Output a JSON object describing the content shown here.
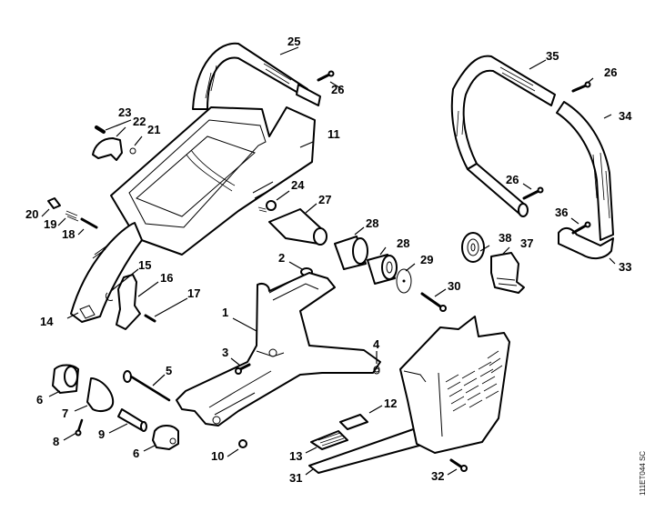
{
  "diagram": {
    "drawing_code": "111ET044 SC",
    "callouts": [
      {
        "id": "c1",
        "label": "1"
      },
      {
        "id": "c2",
        "label": "2"
      },
      {
        "id": "c3",
        "label": "3"
      },
      {
        "id": "c4",
        "label": "4"
      },
      {
        "id": "c5",
        "label": "5"
      },
      {
        "id": "c6a",
        "label": "6"
      },
      {
        "id": "c6b",
        "label": "6"
      },
      {
        "id": "c7",
        "label": "7"
      },
      {
        "id": "c8",
        "label": "8"
      },
      {
        "id": "c9",
        "label": "9"
      },
      {
        "id": "c10",
        "label": "10"
      },
      {
        "id": "c11",
        "label": "11"
      },
      {
        "id": "c12",
        "label": "12"
      },
      {
        "id": "c13",
        "label": "13"
      },
      {
        "id": "c14",
        "label": "14"
      },
      {
        "id": "c15",
        "label": "15"
      },
      {
        "id": "c16",
        "label": "16"
      },
      {
        "id": "c17",
        "label": "17"
      },
      {
        "id": "c18",
        "label": "18"
      },
      {
        "id": "c19",
        "label": "19"
      },
      {
        "id": "c20",
        "label": "20"
      },
      {
        "id": "c21",
        "label": "21"
      },
      {
        "id": "c22",
        "label": "22"
      },
      {
        "id": "c23",
        "label": "23"
      },
      {
        "id": "c24",
        "label": "24"
      },
      {
        "id": "c25",
        "label": "25"
      },
      {
        "id": "c26a",
        "label": "26"
      },
      {
        "id": "c26b",
        "label": "26"
      },
      {
        "id": "c26c",
        "label": "26"
      },
      {
        "id": "c27",
        "label": "27"
      },
      {
        "id": "c28a",
        "label": "28"
      },
      {
        "id": "c28b",
        "label": "28"
      },
      {
        "id": "c29",
        "label": "29"
      },
      {
        "id": "c30",
        "label": "30"
      },
      {
        "id": "c31",
        "label": "31"
      },
      {
        "id": "c32",
        "label": "32"
      },
      {
        "id": "c33",
        "label": "33"
      },
      {
        "id": "c34",
        "label": "34"
      },
      {
        "id": "c35",
        "label": "35"
      },
      {
        "id": "c36",
        "label": "36"
      },
      {
        "id": "c37",
        "label": "37"
      },
      {
        "id": "c38",
        "label": "38"
      }
    ]
  }
}
